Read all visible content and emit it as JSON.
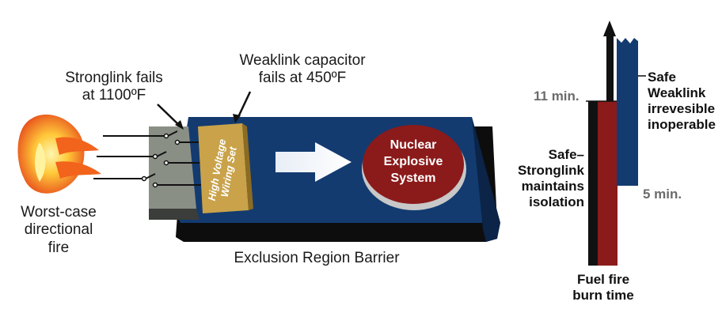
{
  "labels": {
    "stronglink_fails": [
      "Stronglink fails",
      "at 1100ºF"
    ],
    "weaklink_fails": [
      "Weaklink capacitor",
      "fails at 450ºF"
    ],
    "fire": [
      "Worst-case",
      "directional",
      "fire"
    ],
    "wiring": [
      "High Voltage",
      "Wiring Set"
    ],
    "nuclear": [
      "Nuclear",
      "Explosive",
      "System"
    ],
    "barrier": "Exclusion Region Barrier",
    "safe_stronglink": [
      "Safe–",
      "Stronglink",
      "maintains",
      "isolation"
    ],
    "safe_weaklink": [
      "Safe",
      "Weaklink",
      "irrevesible",
      "inoperable"
    ],
    "time_11": "11 min.",
    "time_5": "5 min.",
    "fuel_fire": [
      "Fuel fire",
      "burn time"
    ]
  },
  "colors": {
    "barrier_blue": "#133b70",
    "barrier_shadow": "#0d0d0d",
    "stronglink_gray": "#8a8f86",
    "wiring_tan": "#c9a24a",
    "nuclear_red": "#8b1a1a",
    "fire_red": "#8b1a1a",
    "weaklink_blue": "#133b70",
    "stronglink_black": "#111111",
    "flame_orange": "#f39a1e"
  },
  "timeline": {
    "weaklink_inoperable_min": 5,
    "stronglink_isolation_min": 11
  }
}
